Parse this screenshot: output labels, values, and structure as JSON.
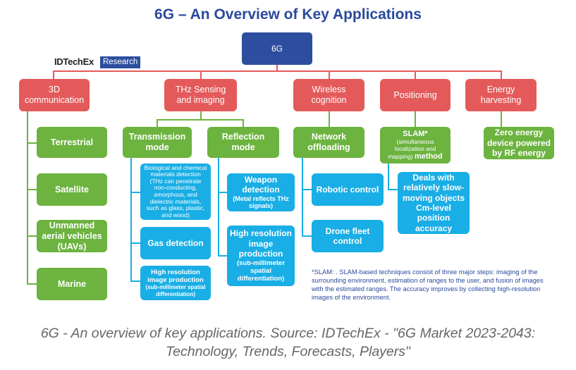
{
  "title": "6G – An Overview of Key Applications",
  "logo": {
    "brand": "IDTechEx",
    "tag": "Research"
  },
  "root": "6G",
  "categories": {
    "communication": "3D communication",
    "thz": "THz Sensing and imaging",
    "wireless": "Wireless cognition",
    "positioning": "Positioning",
    "energy": "Energy harvesting"
  },
  "communication_items": [
    "Terrestrial",
    "Satellite",
    "Unmanned aerial vehicles (UAVs)",
    "Marine"
  ],
  "thz": {
    "transmission": "Transmission mode",
    "reflection": "Reflection mode",
    "transmission_items": {
      "bio": "Biological and chemical materials detection (THz can penetrate non-conducting, amorphous, and dielectric materials, such as glass, plastic, and wood)",
      "gas": "Gas detection",
      "hires_main": "High resolution image production",
      "hires_sub": "(sub-millimeter spatial differentiation)"
    },
    "reflection_items": {
      "weapon_main": "Weapon detection",
      "weapon_sub": "(Metal reflects THz signals)",
      "hires_main": "High resolution image production",
      "hires_sub": "(sub-millimeter spatial differentiation)"
    }
  },
  "wireless": {
    "offloading": "Network offloading",
    "items": [
      "Robotic control",
      "Drone fleet control"
    ]
  },
  "positioning": {
    "slam_title": "SLAM*",
    "slam_sub": "(simultaneous localization and mapping)",
    "slam_method": "method",
    "deals": "Deals with relatively slow-moving objects Cm-level position accuracy"
  },
  "energy": {
    "zero": "Zero energy device powered by RF energy"
  },
  "note": "*SLAM: . SLAM-based techniques consist of three major steps: imaging of the surrounding environment, estimation of ranges to the user, and fusion of images with the estimated ranges. The accuracy improves by collecting high-resolution images of the environment.",
  "caption": {
    "line1": "6G - An overview of key applications. Source: IDTechEx - \"6G Market 2023-2043:",
    "line2": "Technology, Trends, Forecasts, Players\""
  },
  "colors": {
    "root": "#2d4e9e",
    "red": "#e45a5a",
    "green": "#6cb33f",
    "blue": "#19aee5"
  }
}
